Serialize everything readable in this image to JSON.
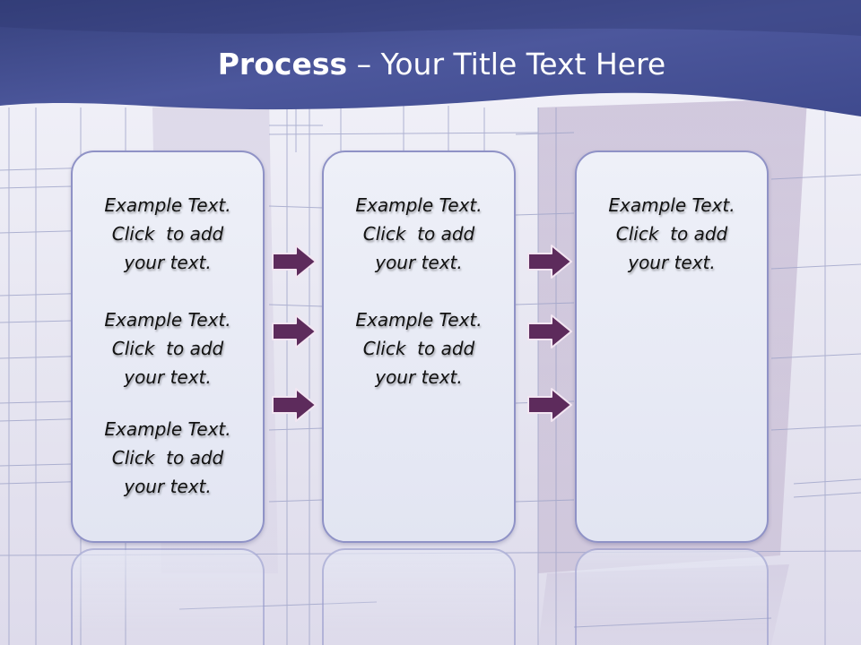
{
  "title": {
    "bold": "Process",
    "rest": " – Your Title Text Here"
  },
  "panels": [
    {
      "blocks": [
        {
          "text": "Example Text.\nClick  to add\nyour text."
        },
        {
          "text": "Example Text.\nClick  to add\nyour text."
        },
        {
          "text": "Example Text.\nClick  to add\nyour text."
        }
      ]
    },
    {
      "blocks": [
        {
          "text": "Example Text.\nClick  to add\nyour text."
        },
        {
          "text": "Example Text.\nClick  to add\nyour text."
        }
      ]
    },
    {
      "blocks": [
        {
          "text": "Example Text.\nClick  to add\nyour text."
        }
      ]
    }
  ],
  "colors": {
    "header": "#4a5599",
    "panel_border": "#8f92c6",
    "arrow_fill": "#5d2b5c",
    "arrow_stroke": "#f2e6f2"
  },
  "icons": {
    "arrows": "right-arrow-icon"
  }
}
